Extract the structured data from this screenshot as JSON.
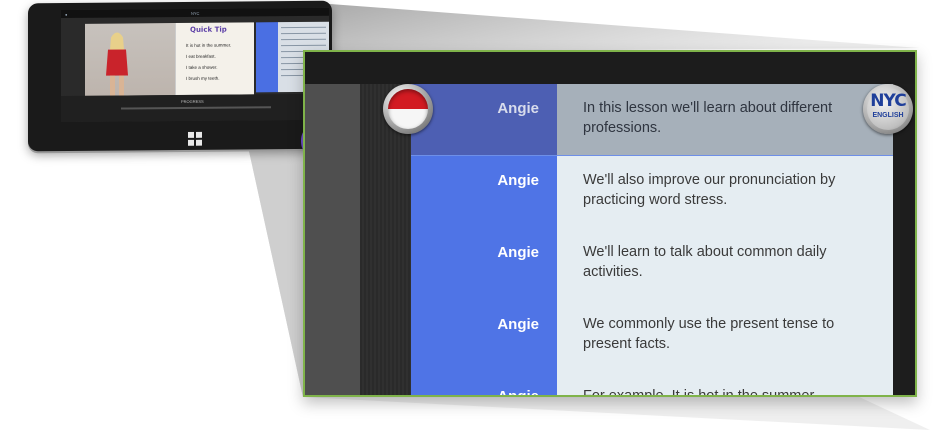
{
  "tablet": {
    "quick_tip": {
      "title": "Quick Tip",
      "lines": [
        "It is hot in the summer.",
        "I eat breakfast.",
        "I take a shower.",
        "I brush my teeth."
      ]
    },
    "progress_label": "PROGRESS",
    "icons": [
      "windows-logo-icon"
    ]
  },
  "transcript": {
    "rows": [
      {
        "speaker": "Angie",
        "text": "In this lesson we'll learn about different professions.",
        "active": true
      },
      {
        "speaker": "Angie",
        "text": "We'll also improve our pronunciation by practicing word stress.",
        "active": false
      },
      {
        "speaker": "Angie",
        "text": "We'll learn to talk about common daily activities.",
        "active": false
      },
      {
        "speaker": "Angie",
        "text": "We commonly use the present tense to present facts.",
        "active": false
      },
      {
        "speaker": "Angie",
        "text": "For example, It is hot in the summer.",
        "active": false
      }
    ]
  },
  "badges": {
    "nyc_logo_text": "NYC",
    "nyc_logo_sub": "ENGLISH"
  },
  "colors": {
    "speaker_blue": "#4f74e6",
    "text_bg": "#e5edf2",
    "frame_green": "#7fb34a",
    "flag_red": "#d21b22"
  }
}
